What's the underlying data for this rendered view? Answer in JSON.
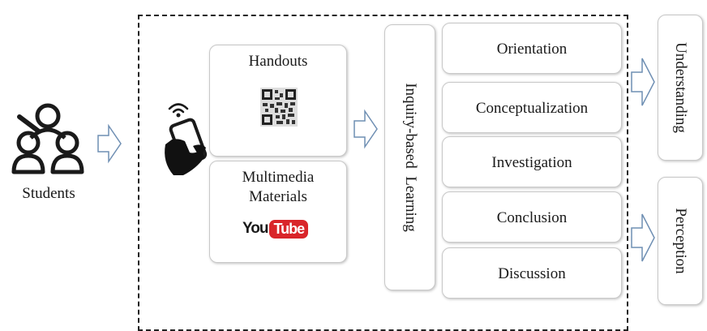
{
  "students": {
    "label": "Students",
    "icon": "students-group-icon"
  },
  "resources": {
    "handouts": {
      "label": "Handouts",
      "icon": "qr-code-icon"
    },
    "multimedia": {
      "label_line1": "Multimedia",
      "label_line2": "Materials",
      "logo": {
        "name": "youtube-logo",
        "you": "You",
        "tube": "Tube",
        "color": "#d9252a"
      }
    }
  },
  "device": {
    "icon": "smartphone-hand-icon"
  },
  "inquiry": {
    "label": "Inquiry-based  Learning"
  },
  "phases": [
    {
      "label": "Orientation"
    },
    {
      "label": "Conceptualization"
    },
    {
      "label": "Investigation"
    },
    {
      "label": "Conclusion"
    },
    {
      "label": "Discussion"
    }
  ],
  "outcomes": [
    {
      "label": "Understanding"
    },
    {
      "label": "Perception"
    }
  ],
  "arrow_color": "#6f8fb3"
}
